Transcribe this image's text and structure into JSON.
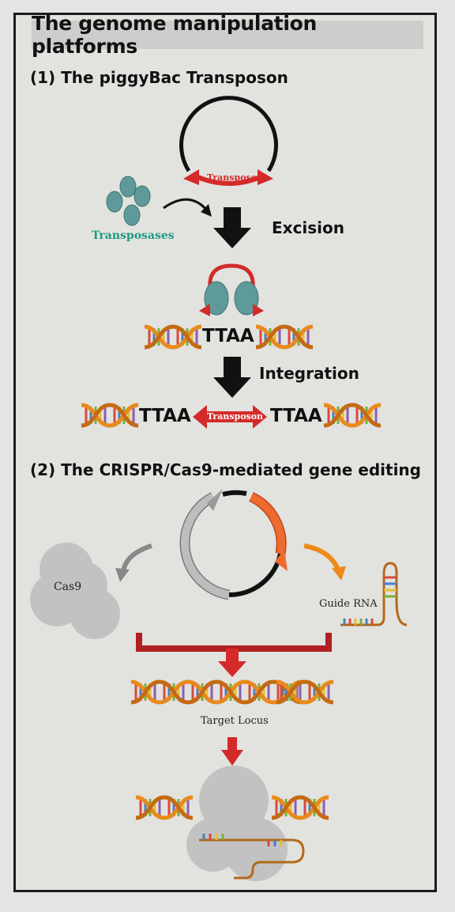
{
  "title": "The genome manipulation platforms",
  "section1": {
    "heading": "(1) The piggyBac Transposon",
    "transposon_label": "Transposon",
    "transposases_label": "Transposases",
    "excision_label": "Excision",
    "integration_label": "Integration",
    "ttaa": "TTAA",
    "transposon_arrow_label": "Transposon"
  },
  "section2": {
    "heading": "(2) The CRISPR/Cas9-mediated gene editing",
    "cas9_label": "Cas9",
    "guide_rna_label": "Guide RNA",
    "target_locus_label": "Target Locus"
  },
  "colors": {
    "transposon_red": "#d42a2a",
    "transposase_teal": "#5e9a99",
    "transposases_text": "#1d9a84",
    "plasmid_orange": "#ee6a2e",
    "dna_orange": "#e98a1c",
    "cas9_gray": "#c2c2c2"
  }
}
